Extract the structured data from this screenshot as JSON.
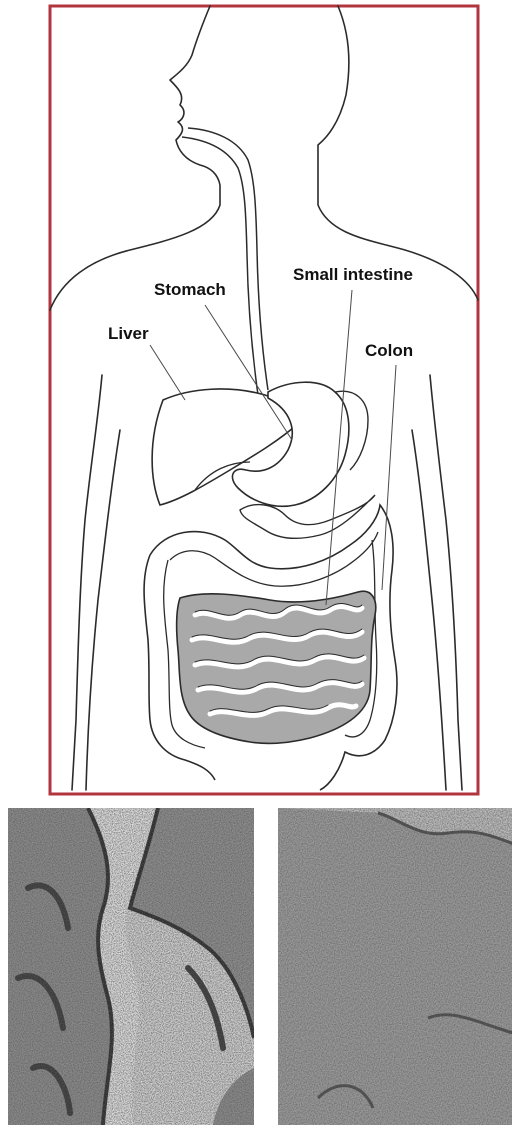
{
  "diagram": {
    "labels": {
      "stomach": "Stomach",
      "small_intestine": "Small intestine",
      "liver": "Liver",
      "colon": "Colon"
    },
    "colors": {
      "frame": "#b0353c",
      "outline": "#2b2b2b",
      "small_intestine_fill": "#a9a9a9"
    }
  },
  "micrographs": {
    "left": "tissue-micrograph-villi",
    "right": "tissue-micrograph-flattened"
  }
}
